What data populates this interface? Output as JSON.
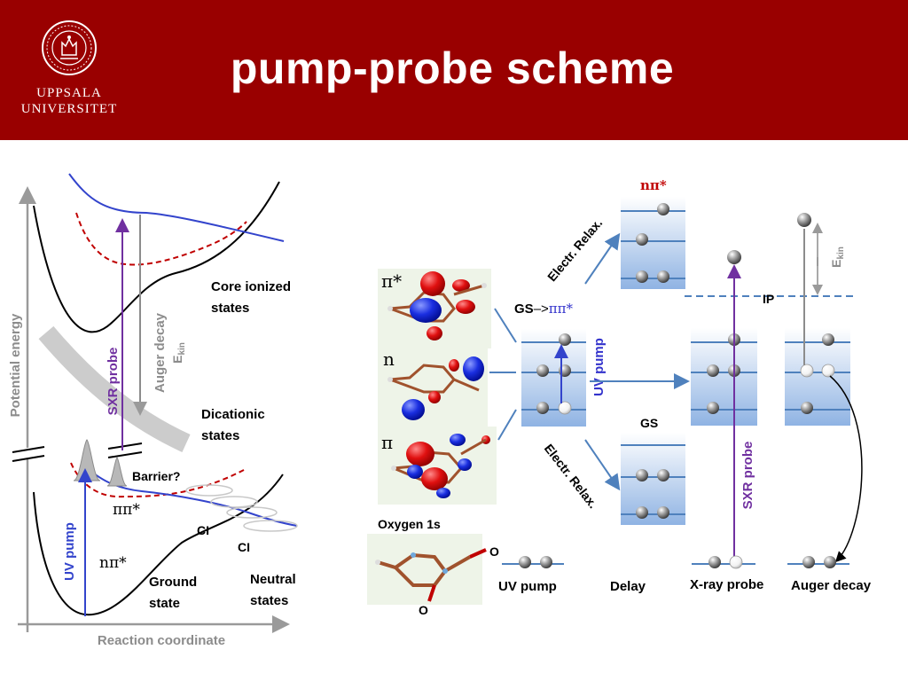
{
  "header": {
    "title": "pump-probe scheme",
    "logo_line1": "UPPSALA",
    "logo_line2": "UNIVERSITET"
  },
  "left_diagram": {
    "y_axis_label": "Potential energy",
    "x_axis_label": "Reaction coordinate",
    "core_ionized_line1": "Core ionized",
    "core_ionized_line2": "states",
    "dicationic_line1": "Dicationic",
    "dicationic_line2": "states",
    "auger_decay": "Auger decay",
    "ekin_main": "E",
    "ekin_sub": "kin",
    "sxr_probe": "SXR probe",
    "barrier": "Barrier?",
    "pipi_star": "ππ*",
    "npi_star": "nπ*",
    "ci_1": "CI",
    "ci_2": "CI",
    "uv_pump": "UV pump",
    "ground_line1": "Ground",
    "ground_line2": "state",
    "neutral_line1": "Neutral",
    "neutral_line2": "states"
  },
  "orbitals": {
    "pi_star": "π*",
    "n": "n",
    "pi": "π",
    "oxygen_1s": "Oxygen 1s",
    "o_top": "O",
    "o_bottom": "O"
  },
  "scheme": {
    "npi_star_label": "nπ*",
    "electr_relax_up": "Electr. Relax.",
    "electr_relax_down": "Electr. Relax.",
    "gs_transition_prefix": "GS",
    "gs_transition_arrow": "–>",
    "gs_transition_suffix": "ππ*",
    "uv_pump_vertical": "UV pump",
    "gs_label": "GS",
    "ip_label": "IP",
    "ekin_main": "E",
    "ekin_sub": "kin",
    "sxr_probe": "SXR probe",
    "bottom_uv_pump": "UV pump",
    "bottom_delay": "Delay",
    "bottom_xray_probe": "X-ray probe",
    "bottom_auger_decay": "Auger decay"
  },
  "colors": {
    "header_bg": "#990000",
    "purple": "#7030a0",
    "blue_label": "#3333cc",
    "red_curve": "#c00000",
    "blue_curve": "#3344cc",
    "arrow_blue": "#4f81bd",
    "gray_label": "#8c8c8c"
  }
}
